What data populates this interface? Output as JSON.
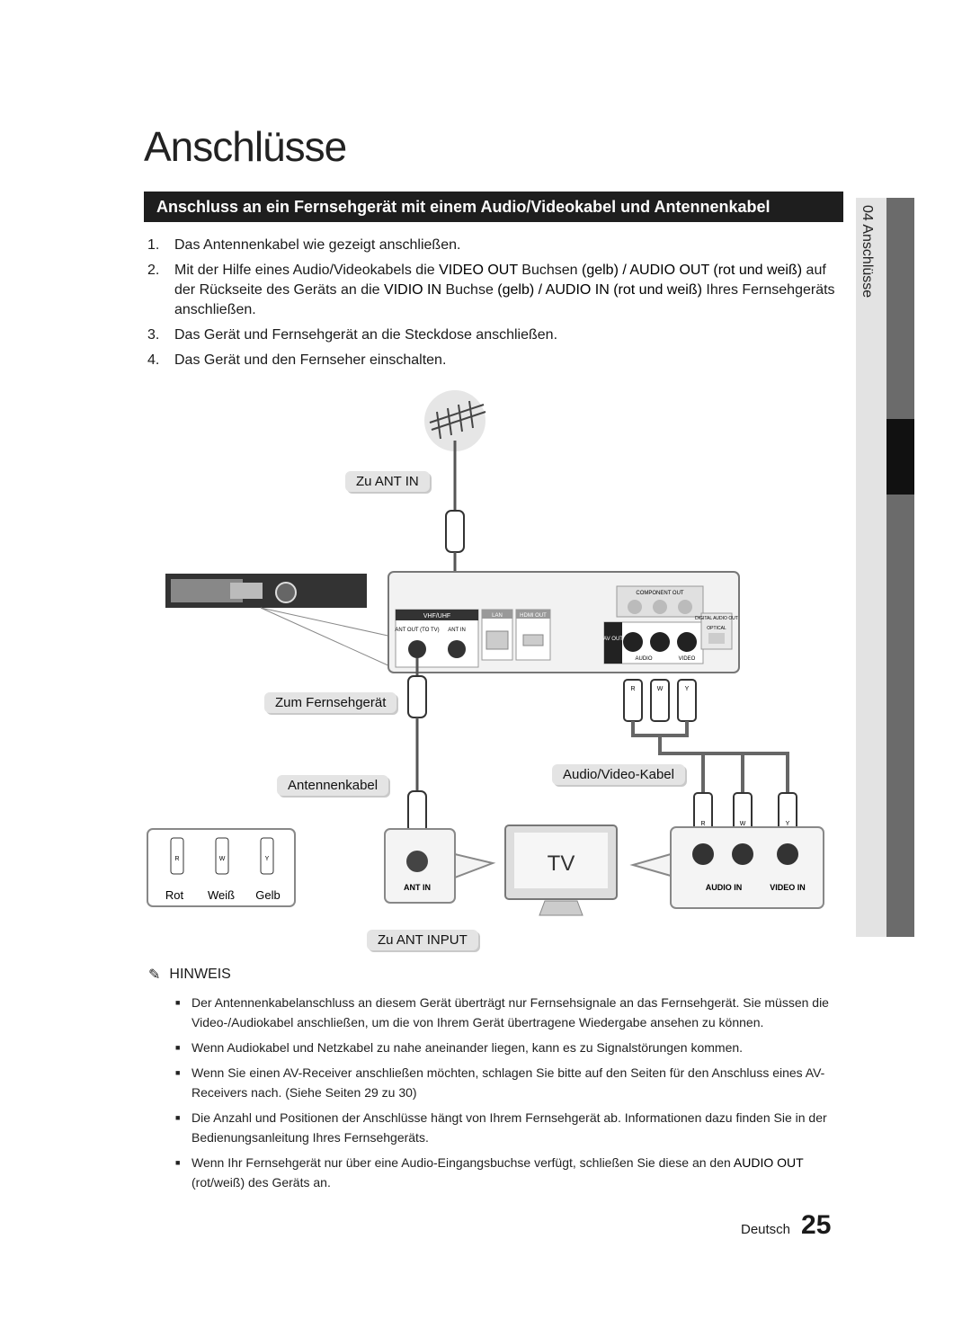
{
  "page": {
    "title": "Anschlüsse",
    "section_title": "Anschluss an ein Fernsehgerät mit einem Audio/Videokabel und Antennenkabel",
    "side_tab": "04  Anschlüsse"
  },
  "steps": [
    {
      "num": "1.",
      "text": "Das Antennenkabel wie gezeigt anschließen."
    },
    {
      "num": "2.",
      "parts": [
        "Mit der Hilfe eines Audio/Videokabels die ",
        "VIDEO OUT",
        " Buchsen ",
        "(gelb) / AUDIO OUT (rot und weiß)",
        " auf der Rückseite des Geräts an die ",
        "VIDIO IN",
        " Buchse ",
        "(gelb) / AUDIO IN (rot und weiß)",
        " Ihres Fernsehgeräts anschließen."
      ]
    },
    {
      "num": "3.",
      "text": "Das Gerät und Fernsehgerät an die Steckdose anschließen."
    },
    {
      "num": "4.",
      "text": "Das Gerät und den Fernseher einschalten."
    }
  ],
  "diagram": {
    "zu_ant_in": "Zu ANT IN",
    "zum_fernsehgeraet": "Zum Fernsehgerät",
    "antennenkabel": "Antennenkabel",
    "av_kabel": "Audio/Video-Kabel",
    "zu_ant_input": "Zu ANT INPUT",
    "tv": "TV",
    "ant_in": "ANT IN",
    "audio_in": "AUDIO IN",
    "video_in": "VIDEO IN",
    "rot": "Rot",
    "weiss": "Weiß",
    "gelb": "Gelb",
    "r": "R",
    "w": "W",
    "y": "Y",
    "component_out": "COMPONENT OUT",
    "vhf_uhf": "VHF/UHF",
    "lan": "LAN",
    "hdmi_out": "HDMI OUT",
    "digital_audio_out": "DIGITAL AUDIO OUT",
    "optical": "OPTICAL",
    "av_out": "AV OUT",
    "ant_out": "ANT OUT (TO TV)",
    "ant_in_small": "ANT IN",
    "audio_small": "AUDIO",
    "video_small": "VIDEO"
  },
  "notes": {
    "heading": "HINWEIS",
    "items": [
      "Der Antennenkabelanschluss an diesem Gerät überträgt nur Fernsehsignale an das Fernsehgerät. Sie müssen die Video-/Audiokabel anschließen, um die von Ihrem Gerät übertragene Wiedergabe ansehen zu können.",
      "Wenn Audiokabel und Netzkabel zu nahe aneinander liegen, kann es zu Signalstörungen kommen.",
      "Wenn Sie einen AV-Receiver anschließen möchten, schlagen Sie bitte auf den Seiten für den Anschluss eines AV-Receivers nach. (Siehe Seiten 29 zu 30)",
      "Die Anzahl und Positionen der Anschlüsse hängt von Ihrem Fernsehgerät ab. Informationen dazu finden Sie in der Bedienungsanleitung Ihres Fernsehgeräts."
    ],
    "last_parts": [
      "Wenn Ihr Fernsehgerät nur über eine Audio-Eingangsbuchse verfügt, schließen Sie diese an den ",
      "AUDIO OUT",
      " (rot/weiß) des Geräts an."
    ]
  },
  "footer": {
    "language": "Deutsch",
    "page_number": "25"
  }
}
